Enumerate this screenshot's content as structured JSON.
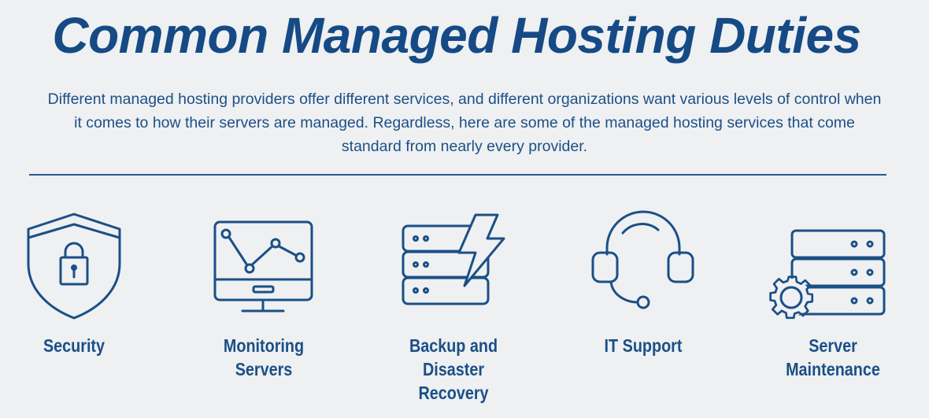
{
  "title": "Common Managed Hosting Duties",
  "intro": "Different managed hosting providers offer different services, and different organizations want various levels of control when it comes to how their servers are managed. Regardless, here are some of the managed hosting services that come standard from nearly every provider.",
  "colors": {
    "primary": "#1b4f86",
    "background": "#eef0f2"
  },
  "duties": [
    {
      "label": "Security",
      "icon": "shield-lock-icon"
    },
    {
      "label": "Monitoring Servers",
      "icon": "monitor-chart-icon"
    },
    {
      "label": "Backup and Disaster Recovery",
      "icon": "server-lightning-icon"
    },
    {
      "label": "IT Support",
      "icon": "headset-icon"
    },
    {
      "label": "Server Maintenance",
      "icon": "server-gear-icon"
    }
  ]
}
